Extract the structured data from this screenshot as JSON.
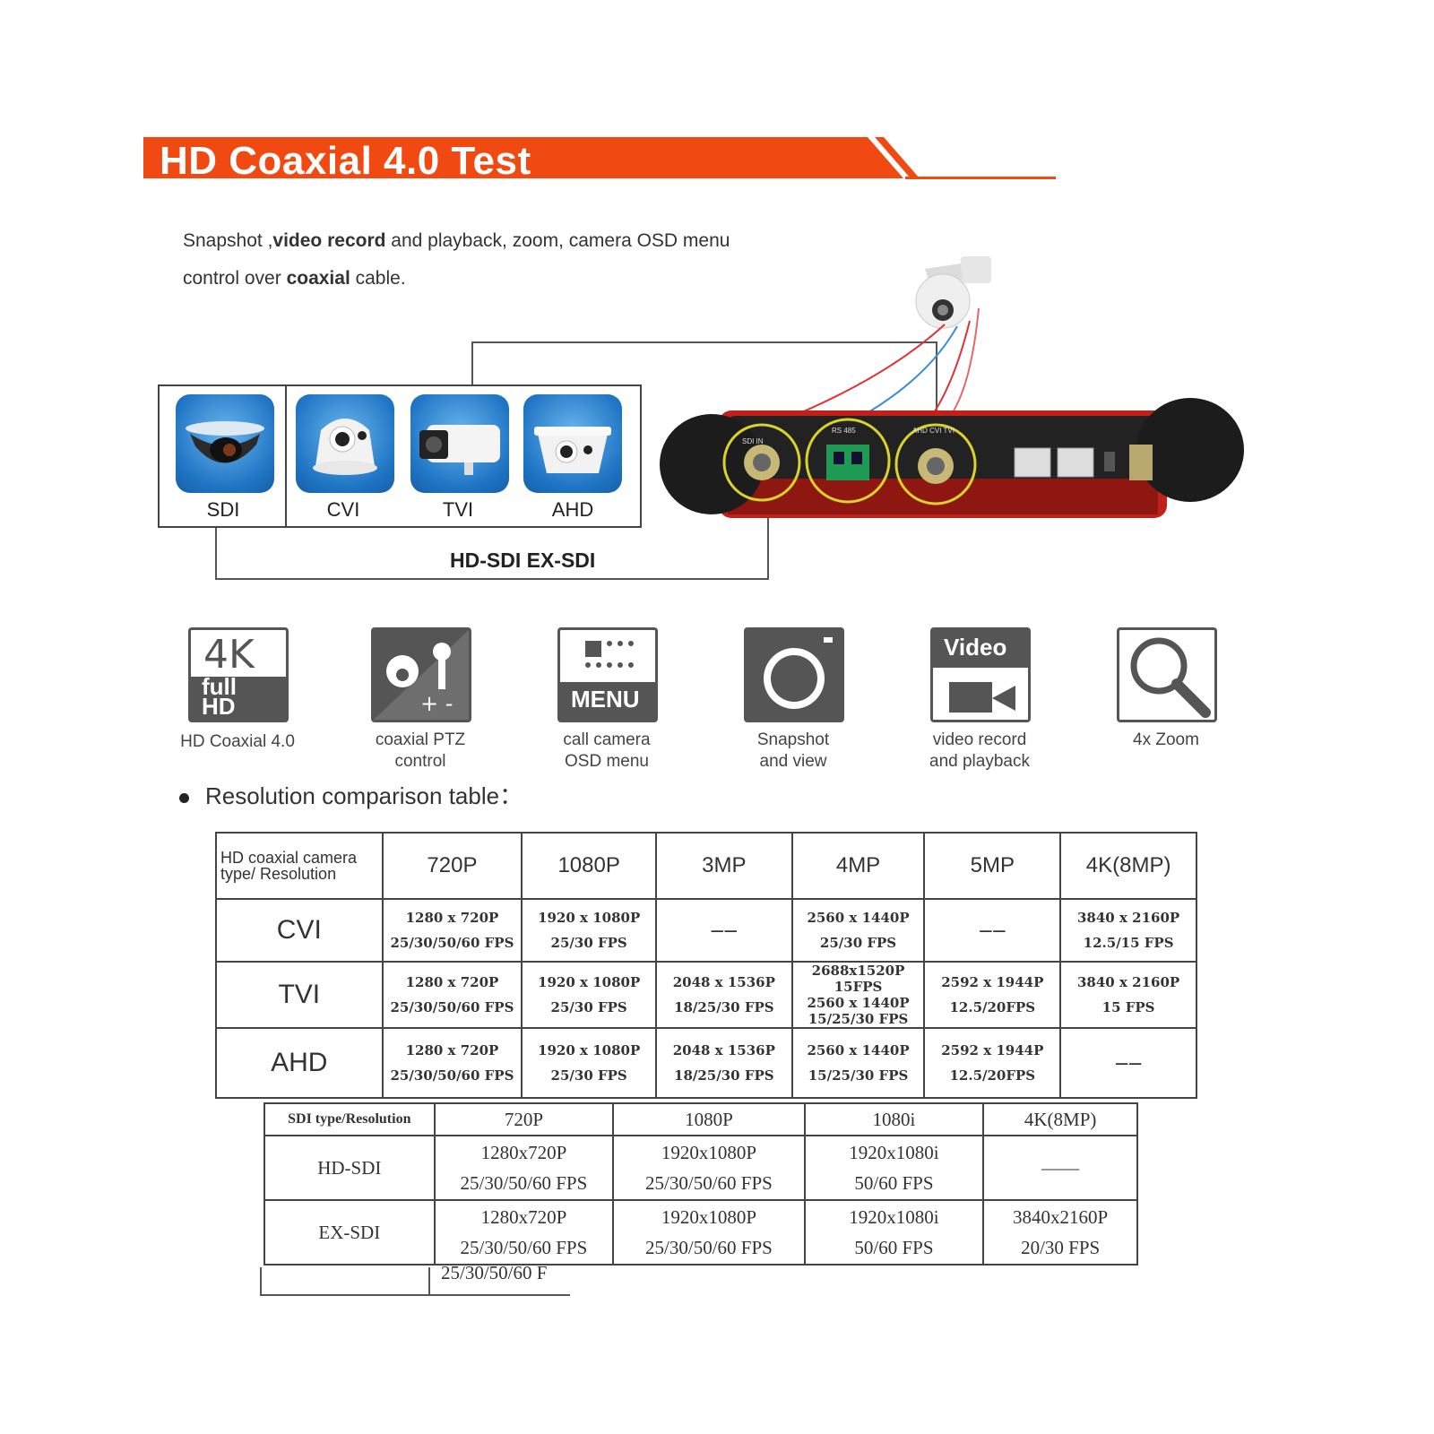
{
  "banner": {
    "title": "HD Coaxial 4.0 Test",
    "color": "#f04a12"
  },
  "description": {
    "line1_a": "Snapshot ,",
    "line1_b": "video record",
    "line1_c": " and playback, zoom, camera OSD menu",
    "line2_a": "control over ",
    "line2_b": "coaxial",
    "line2_c": " cable."
  },
  "camera_types": {
    "sdi": "SDI",
    "cvi": "CVI",
    "tvi": "TVI",
    "ahd": "AHD",
    "sdi_variants": "HD-SDI   EX-SDI"
  },
  "device": {
    "port_sdi": "SDI IN",
    "port_rs485": "RS 485",
    "port_hd": "AHD CVI TVI"
  },
  "features": [
    {
      "icon_text": "4K",
      "icon_sub": "full HD",
      "label1": "HD Coaxial 4.0",
      "label2": ""
    },
    {
      "icon_text": "",
      "label1": "coaxial PTZ",
      "label2": "control"
    },
    {
      "icon_text": "MENU",
      "label1": "call camera",
      "label2": "OSD menu"
    },
    {
      "icon_text": "",
      "label1": "Snapshot",
      "label2": "and view"
    },
    {
      "icon_text": "Video",
      "label1": "video record",
      "label2": "and playback"
    },
    {
      "icon_text": "",
      "label1": "4x Zoom",
      "label2": ""
    }
  ],
  "section_title": "Resolution comparison table：",
  "table1": {
    "header": [
      "HD coaxial camera type/ Resolution",
      "720P",
      "1080P",
      "3MP",
      "4MP",
      "5MP",
      "4K(8MP)"
    ],
    "rows": [
      {
        "name": "CVI",
        "cells": [
          [
            "1280 x 720P",
            "25/30/50/60 FPS"
          ],
          [
            "1920 x 1080P",
            "25/30 FPS"
          ],
          [
            "——",
            ""
          ],
          [
            "2560 x 1440P",
            "25/30 FPS"
          ],
          [
            "——",
            ""
          ],
          [
            "3840 x 2160P",
            "12.5/15 FPS"
          ]
        ]
      },
      {
        "name": "TVI",
        "cells": [
          [
            "1280 x 720P",
            "25/30/50/60 FPS"
          ],
          [
            "1920 x 1080P",
            "25/30 FPS"
          ],
          [
            "2048 x 1536P",
            "18/25/30 FPS"
          ],
          [
            "2688x1520P 15FPS",
            "2560 x 1440P",
            "15/25/30 FPS"
          ],
          [
            "2592 x 1944P",
            "12.5/20FPS"
          ],
          [
            "3840 x 2160P",
            "15 FPS"
          ]
        ]
      },
      {
        "name": "AHD",
        "cells": [
          [
            "1280 x 720P",
            "25/30/50/60 FPS"
          ],
          [
            "1920 x 1080P",
            "25/30 FPS"
          ],
          [
            "2048 x 1536P",
            "18/25/30 FPS"
          ],
          [
            "2560 x 1440P",
            "15/25/30 FPS"
          ],
          [
            "2592 x 1944P",
            "12.5/20FPS"
          ],
          [
            "——",
            ""
          ]
        ]
      }
    ]
  },
  "table2": {
    "header": [
      "SDI type/Resolution",
      "720P",
      "1080P",
      "1080i",
      "4K(8MP)"
    ],
    "rows": [
      {
        "name": "HD-SDI",
        "cells": [
          [
            "1280x720P",
            "25/30/50/60 FPS"
          ],
          [
            "1920x1080P",
            "25/30/50/60 FPS"
          ],
          [
            "1920x1080i",
            "50/60 FPS"
          ],
          [
            "——",
            ""
          ]
        ]
      },
      {
        "name": "EX-SDI",
        "cells": [
          [
            "1280x720P",
            "25/30/50/60 FPS"
          ],
          [
            "1920x1080P",
            "25/30/50/60 FPS"
          ],
          [
            "1920x1080i",
            "50/60 FPS"
          ],
          [
            "3840x2160P",
            "20/30 FPS"
          ]
        ]
      }
    ]
  },
  "fragment_text": "25/30/50/60 F"
}
